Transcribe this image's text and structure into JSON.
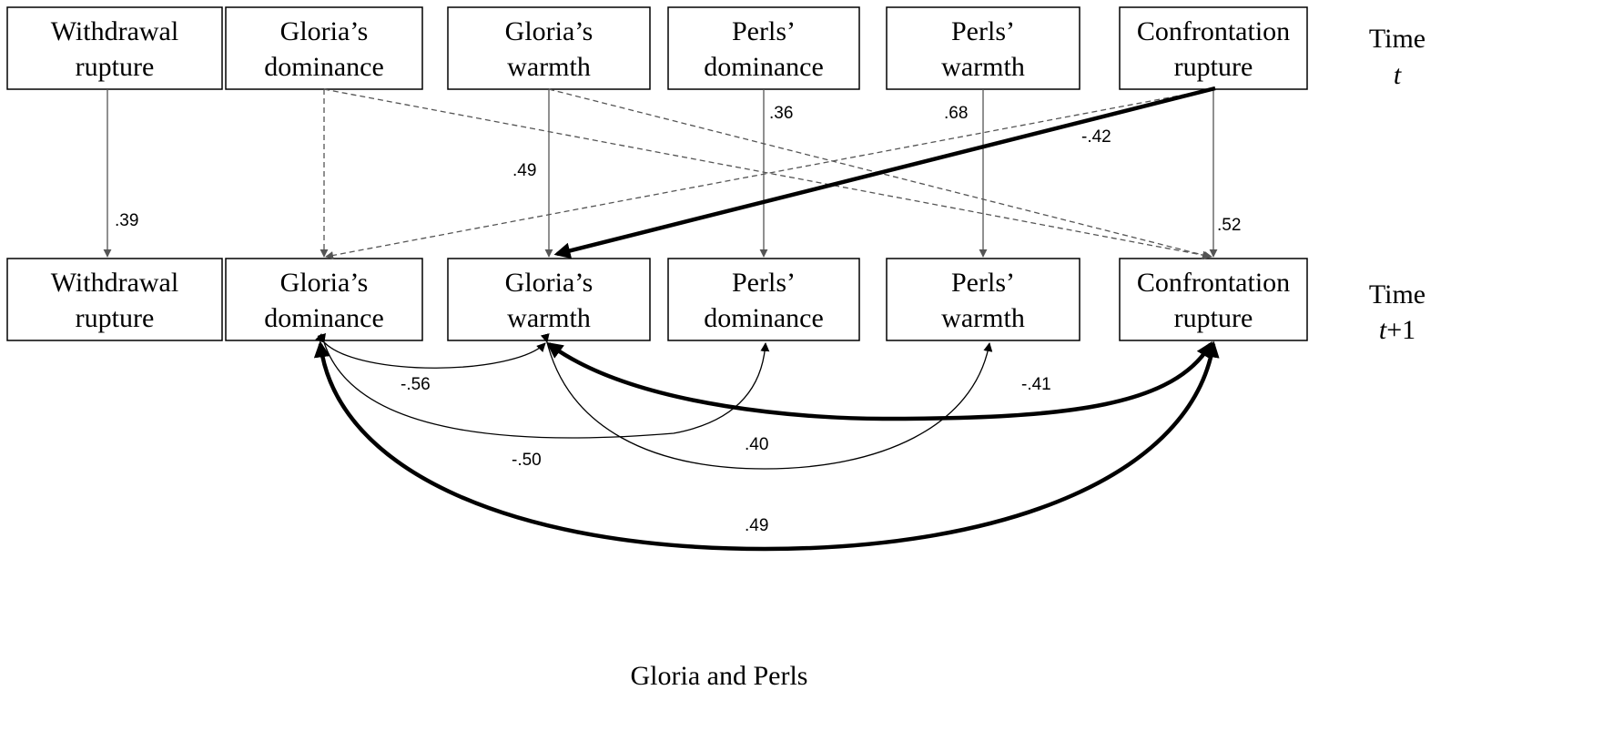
{
  "top_row": [
    {
      "line1": "Withdrawal",
      "line2": "rupture"
    },
    {
      "line1": "Gloria’s",
      "line2": "dominance"
    },
    {
      "line1": "Gloria’s",
      "line2": "warmth"
    },
    {
      "line1": "Perls’",
      "line2": "dominance"
    },
    {
      "line1": "Perls’",
      "line2": "warmth"
    },
    {
      "line1": "Confrontation",
      "line2": "rupture"
    }
  ],
  "bottom_row": [
    {
      "line1": "Withdrawal",
      "line2": "rupture"
    },
    {
      "line1": "Gloria’s",
      "line2": "dominance"
    },
    {
      "line1": "Gloria’s",
      "line2": "warmth"
    },
    {
      "line1": "Perls’",
      "line2": "dominance"
    },
    {
      "line1": "Perls’",
      "line2": "warmth"
    },
    {
      "line1": "Confrontation",
      "line2": "rupture"
    }
  ],
  "time_labels": {
    "top_line1": "Time",
    "top_line2": "t",
    "bottom_line1": "Time",
    "bottom_line2_italic": "t",
    "bottom_line2_rest": "+1"
  },
  "coefficients": {
    "withdrawal_auto": ".39",
    "gloria_warmth_auto": ".49",
    "perls_dominance_auto": ".36",
    "perls_warmth_auto": ".68",
    "confrontation_to_warmth": "-.42",
    "confrontation_auto": ".52",
    "cov_gdom_gwarm": "-.56",
    "cov_gdom_pdom": "-.50",
    "cov_gwarm_pwarm": ".40",
    "cov_gwarm_conf": "-.41",
    "cov_gdom_conf": ".49"
  },
  "caption": "Gloria and Perls"
}
